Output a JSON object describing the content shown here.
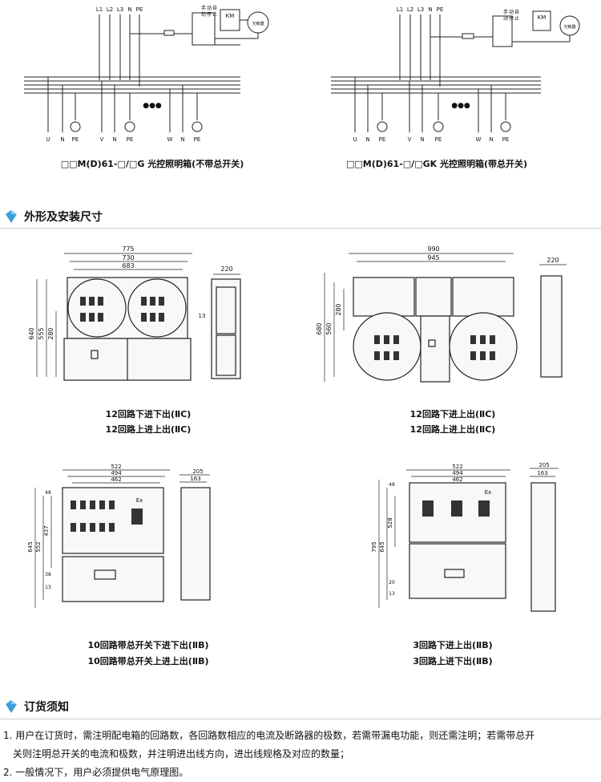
{
  "circuit": {
    "left_caption": "□□M(D)61-□/□G 光控照明箱(不带总开关)",
    "right_caption": "□□M(D)61-□/□GK 光控照明箱(带总开关)",
    "phase_labels": [
      "L1",
      "L2",
      "L3",
      "N",
      "PE"
    ],
    "control_labels": [
      "手",
      "动",
      "自",
      "动",
      "停",
      "止"
    ],
    "contactor_label": "KM",
    "sensor_label": "光敏器",
    "outputs": [
      "U",
      "N",
      "PE",
      "V",
      "N",
      "PE",
      "W",
      "N",
      "PE"
    ],
    "ellipsis": "●●●"
  },
  "section1": {
    "title": "外形及安装尺寸"
  },
  "section2": {
    "title": "订货须知"
  },
  "drawings": {
    "d1": {
      "w1": "775",
      "w2": "730",
      "w3": "683",
      "h1": "640",
      "h2": "555",
      "h3": "280",
      "depth": "220",
      "small": "13",
      "cap1": "12回路下进下出(ⅡC)",
      "cap2": "12回路上进上出(ⅡC)"
    },
    "d2": {
      "w1": "990",
      "w2": "945",
      "h1": "680",
      "h2": "560",
      "h3": "280",
      "depth": "220",
      "cap1": "12回路下进上出(ⅡC)",
      "cap2": "12回路上进上出(ⅡC)"
    },
    "d3": {
      "w1": "522",
      "w2": "494",
      "w3": "462",
      "h1": "645",
      "h2": "552",
      "h3": "437",
      "small1": "48",
      "small2": "38",
      "small3": "13",
      "depth1": "205",
      "depth2": "163",
      "ex": "Ex",
      "cap1": "10回路带总开关下进下出(ⅡB)",
      "cap2": "10回路带总开关上进上出(ⅡB)"
    },
    "d4": {
      "w1": "522",
      "w2": "494",
      "w3": "462",
      "h1": "795",
      "h2": "645",
      "h3": "528",
      "small1": "48",
      "small2": "20",
      "small3": "13",
      "depth1": "205",
      "depth2": "163",
      "ex": "Ex",
      "cap1": "3回路下进上出(ⅡB)",
      "cap2": "3回路上进下出(ⅡB)"
    }
  },
  "notes": [
    "1. 用户在订货时，需注明配电箱的回路数，各回路数相应的电流及断路器的极数，若需带漏电功能，则还需注明；若需带总开",
    "关则注明总开关的电流和极数，并注明进出线方向，进出线规格及对应的数量；",
    "2. 一般情况下，用户必须提供电气原理图。"
  ]
}
